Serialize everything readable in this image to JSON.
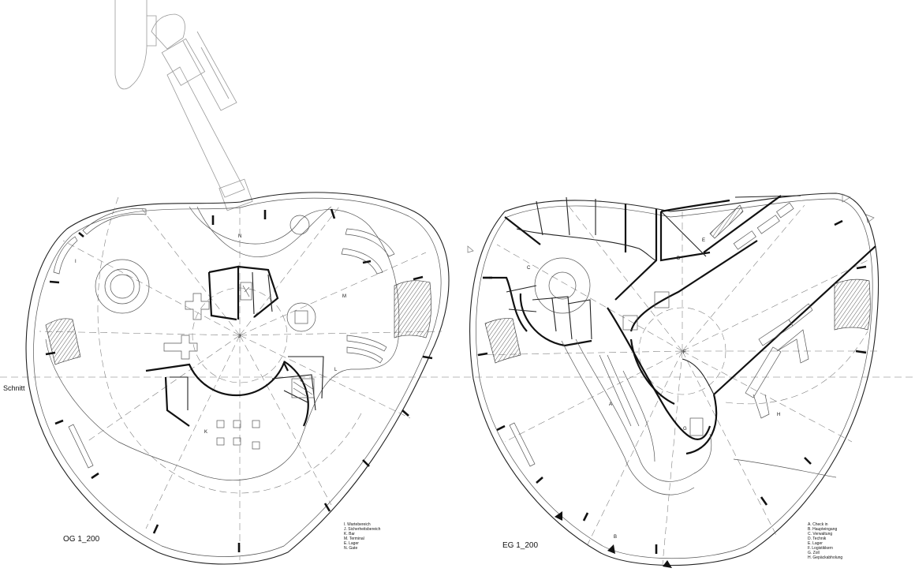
{
  "section_label": "Schnitt",
  "upper_floor": {
    "title": "OG 1_200",
    "rooms": {
      "I": "I",
      "J": "J",
      "K": "K",
      "L": "L",
      "M": "M",
      "N": "N"
    },
    "legend": [
      "I. Wartebereich",
      "J. Sicherheitsbereich",
      "K. Bar",
      "M. Terminal",
      "E. Lager",
      "N. Gate"
    ]
  },
  "ground_floor": {
    "title": "EG 1_200",
    "rooms": {
      "A": "A",
      "B": "B",
      "C": "C",
      "D": "D",
      "E": "E",
      "F": "F",
      "G": "G",
      "H": "H"
    },
    "legend": [
      "A. Check in",
      "B. Haupteingang",
      "C. Verwaltung",
      "D. Technik",
      "E. Lager",
      "F. Logistikkern",
      "G. Zoll",
      "H. Gepäckabholung"
    ]
  }
}
